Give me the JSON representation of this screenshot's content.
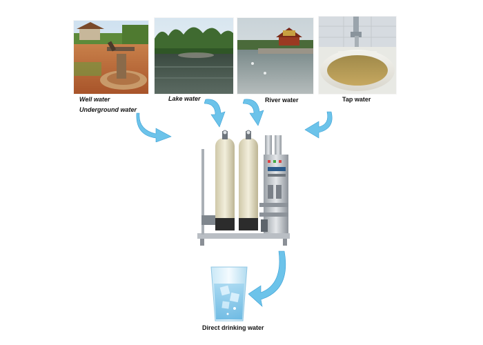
{
  "sources": [
    {
      "id": "well",
      "label": "Well water"
    },
    {
      "id": "underground",
      "label": "Underground water"
    },
    {
      "id": "lake",
      "label": "Lake water"
    },
    {
      "id": "river",
      "label": "River water"
    },
    {
      "id": "tap",
      "label": "Tap water"
    }
  ],
  "output": {
    "label": "Direct drinking water"
  },
  "colors": {
    "arrow": "#6cc3ea",
    "arrow_dark": "#3a9fd4",
    "text": "#111111"
  }
}
